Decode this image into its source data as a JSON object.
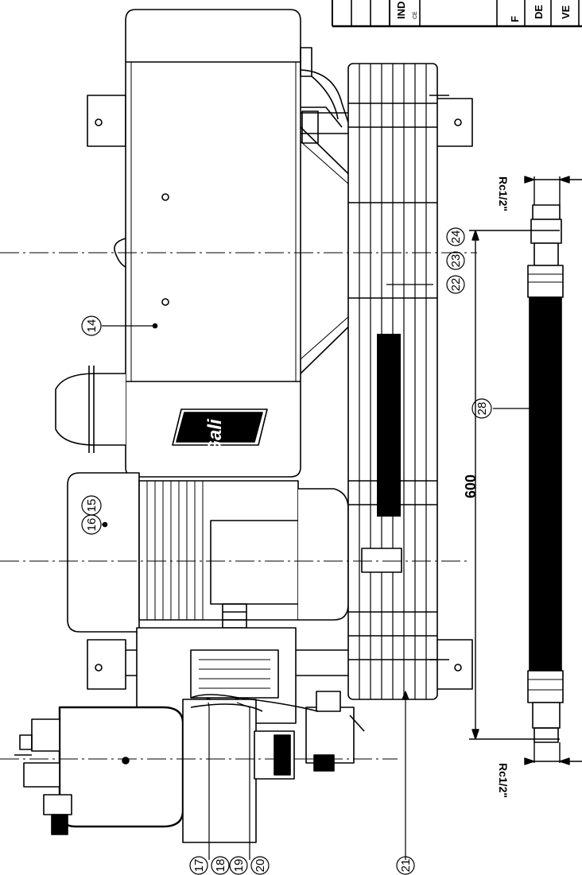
{
  "title_block": {
    "cells": [
      "IND",
      "CE",
      "F",
      "DE",
      "VE"
    ]
  },
  "brand": "Gali",
  "callouts": {
    "c14": "14",
    "c15": "15",
    "c16": "16",
    "c17": "17",
    "c18": "18",
    "c19": "19",
    "c20": "20",
    "c21": "21",
    "c22": "22",
    "c23": "23",
    "c24": "24",
    "c28": "28"
  },
  "dimensions": {
    "hose_length": "600",
    "thread_top": "Rc1/2\"",
    "thread_bottom": "Rc1/2\""
  }
}
